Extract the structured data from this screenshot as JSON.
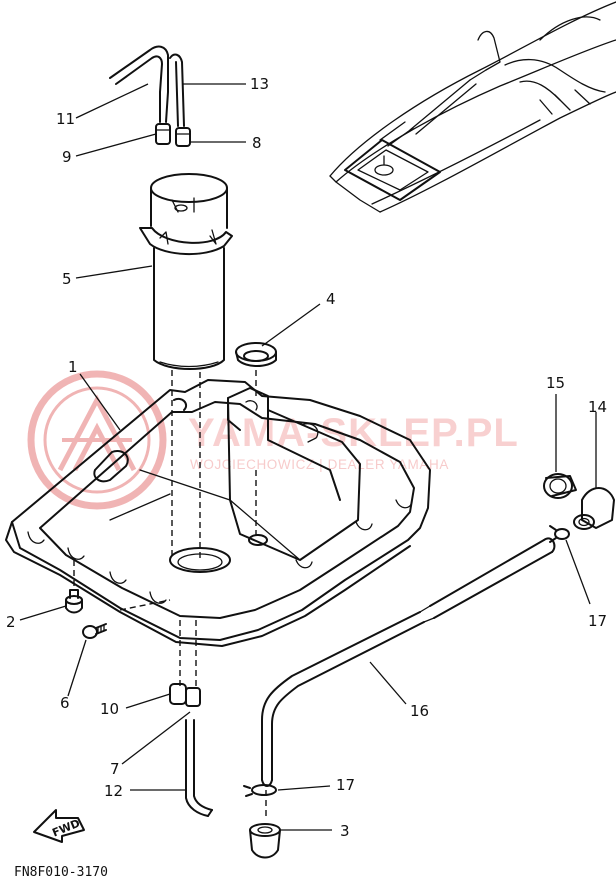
{
  "callouts": [
    {
      "id": "1",
      "label": "1"
    },
    {
      "id": "2",
      "label": "2"
    },
    {
      "id": "3",
      "label": "3"
    },
    {
      "id": "4",
      "label": "4"
    },
    {
      "id": "5",
      "label": "5"
    },
    {
      "id": "6",
      "label": "6"
    },
    {
      "id": "7",
      "label": "7"
    },
    {
      "id": "8",
      "label": "8"
    },
    {
      "id": "9",
      "label": "9"
    },
    {
      "id": "10",
      "label": "10"
    },
    {
      "id": "11",
      "label": "11"
    },
    {
      "id": "12",
      "label": "12"
    },
    {
      "id": "13",
      "label": "13"
    },
    {
      "id": "14",
      "label": "14"
    },
    {
      "id": "15",
      "label": "15"
    },
    {
      "id": "16",
      "label": "16"
    },
    {
      "id": "17a",
      "label": "17"
    },
    {
      "id": "17b",
      "label": "17"
    }
  ],
  "watermark": {
    "main": "YAMA-SKLEP.PL",
    "sub": "WOJCIECHOWICZ | DEALER YAMAHA",
    "color": "#e05a5a"
  },
  "fwd_arrow": {
    "label": "FWD"
  },
  "doc_ref": "FN8F010-3170"
}
